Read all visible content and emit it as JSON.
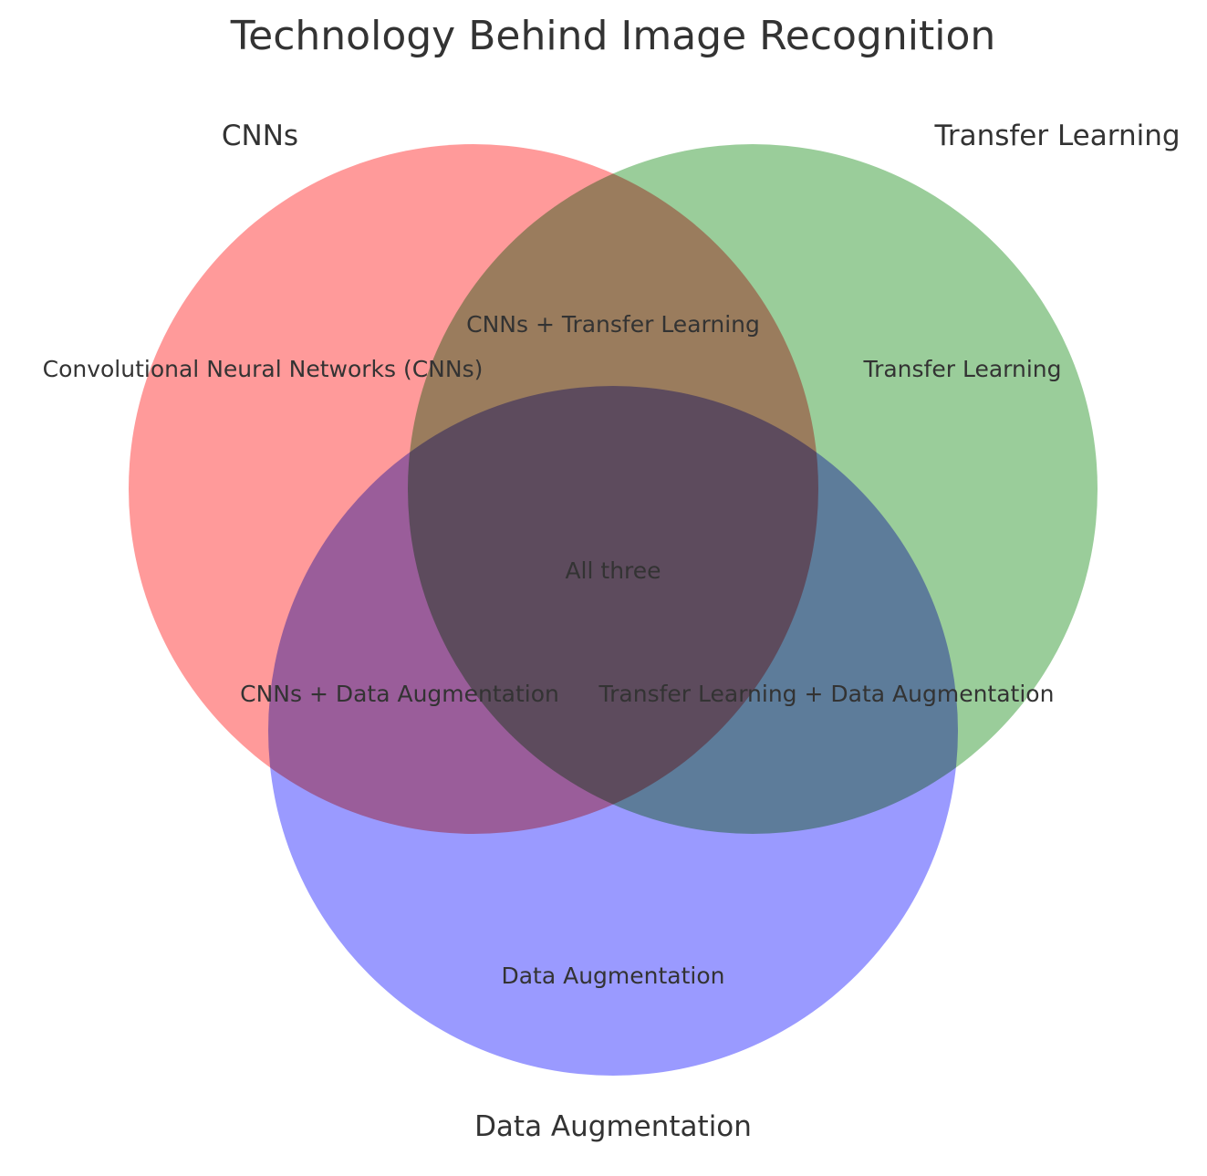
{
  "title": "Technology Behind Image Recognition",
  "sets": [
    {
      "key": "cnn",
      "name": "CNNs",
      "color": "#ff6666"
    },
    {
      "key": "tl",
      "name": "Transfer Learning",
      "color": "#66b366"
    },
    {
      "key": "da",
      "name": "Data Augmentation",
      "color": "#6666ff"
    }
  ],
  "regions": {
    "cnn_only": "Convolutional Neural Networks (CNNs)",
    "tl_only": "Transfer Learning",
    "da_only": "Data Augmentation",
    "cnn_tl": "CNNs + Transfer Learning",
    "cnn_da": "CNNs + Data Augmentation",
    "tl_da": "Transfer Learning + Data Augmentation",
    "all": "All three"
  },
  "circle_opacity": 0.66
}
